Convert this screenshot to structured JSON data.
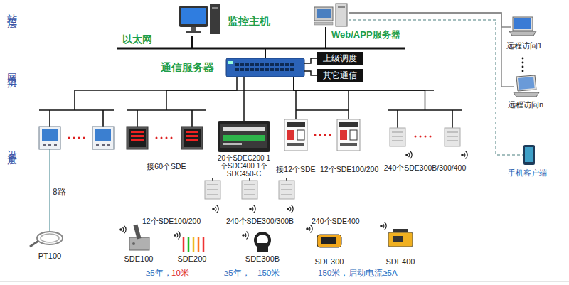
{
  "diagram": {
    "nodes": [
      {
        "text": [
          "监控主机"
        ]
      },
      {
        "text": [
          "Web/APP服务器"
        ]
      },
      {
        "text": [
          "通信服务器"
        ]
      },
      {
        "text": [
          "上级调度"
        ]
      },
      {
        "text": [
          "其它通信"
        ]
      },
      {
        "text": [
          "远程访问1"
        ]
      },
      {
        "text": [
          "远程访问n"
        ]
      },
      {
        "text": [
          "手机客户端"
        ]
      },
      {
        "text": [
          "接60个SDE"
        ]
      },
      {
        "text": [
          "20个SDEC200 1个SDC400 1个SDC450-C"
        ]
      },
      {
        "text": [
          "接12个SDE"
        ]
      },
      {
        "text": [
          "12个SDE100/200"
        ]
      },
      {
        "text": [
          "240个SDE300B/300/400"
        ]
      },
      {
        "text": [
          "PT100"
        ]
      },
      {
        "text": [
          "SDE100"
        ]
      },
      {
        "text": [
          "SDE200"
        ]
      },
      {
        "text": [
          "SDE300B"
        ]
      },
      {
        "text": [
          "SDE300"
        ]
      },
      {
        "text": [
          "SDE400"
        ]
      }
    ],
    "edges": [
      {
        "from": 0,
        "to": 2,
        "arrow": "none"
      },
      {
        "from": 1,
        "to": 2,
        "arrow": "none"
      },
      {
        "from": 2,
        "to": 3,
        "arrow": "none"
      },
      {
        "from": 2,
        "to": 4,
        "arrow": "none"
      },
      {
        "from": 1,
        "to": 5,
        "arrow": "none"
      },
      {
        "from": 1,
        "to": 6,
        "arrow": "none"
      },
      {
        "from": 1,
        "to": 7,
        "arrow": "none"
      },
      {
        "from": 2,
        "to": 8,
        "arrow": "none"
      },
      {
        "from": 2,
        "to": 9,
        "arrow": "none"
      },
      {
        "from": 2,
        "to": 10,
        "arrow": "none"
      },
      {
        "from": 2,
        "to": 11,
        "arrow": "none"
      },
      {
        "from": 2,
        "to": 12,
        "arrow": "none"
      }
    ],
    "labels": [
      "站控层",
      "网络层",
      "设备层",
      "以太网",
      "8路",
      "12个SDE100/200",
      "240个SDE300/300B",
      "240个SDE400",
      "≥5年，",
      "10米",
      "≥5年，",
      "150米",
      "150米，启动电流≥5A"
    ]
  }
}
